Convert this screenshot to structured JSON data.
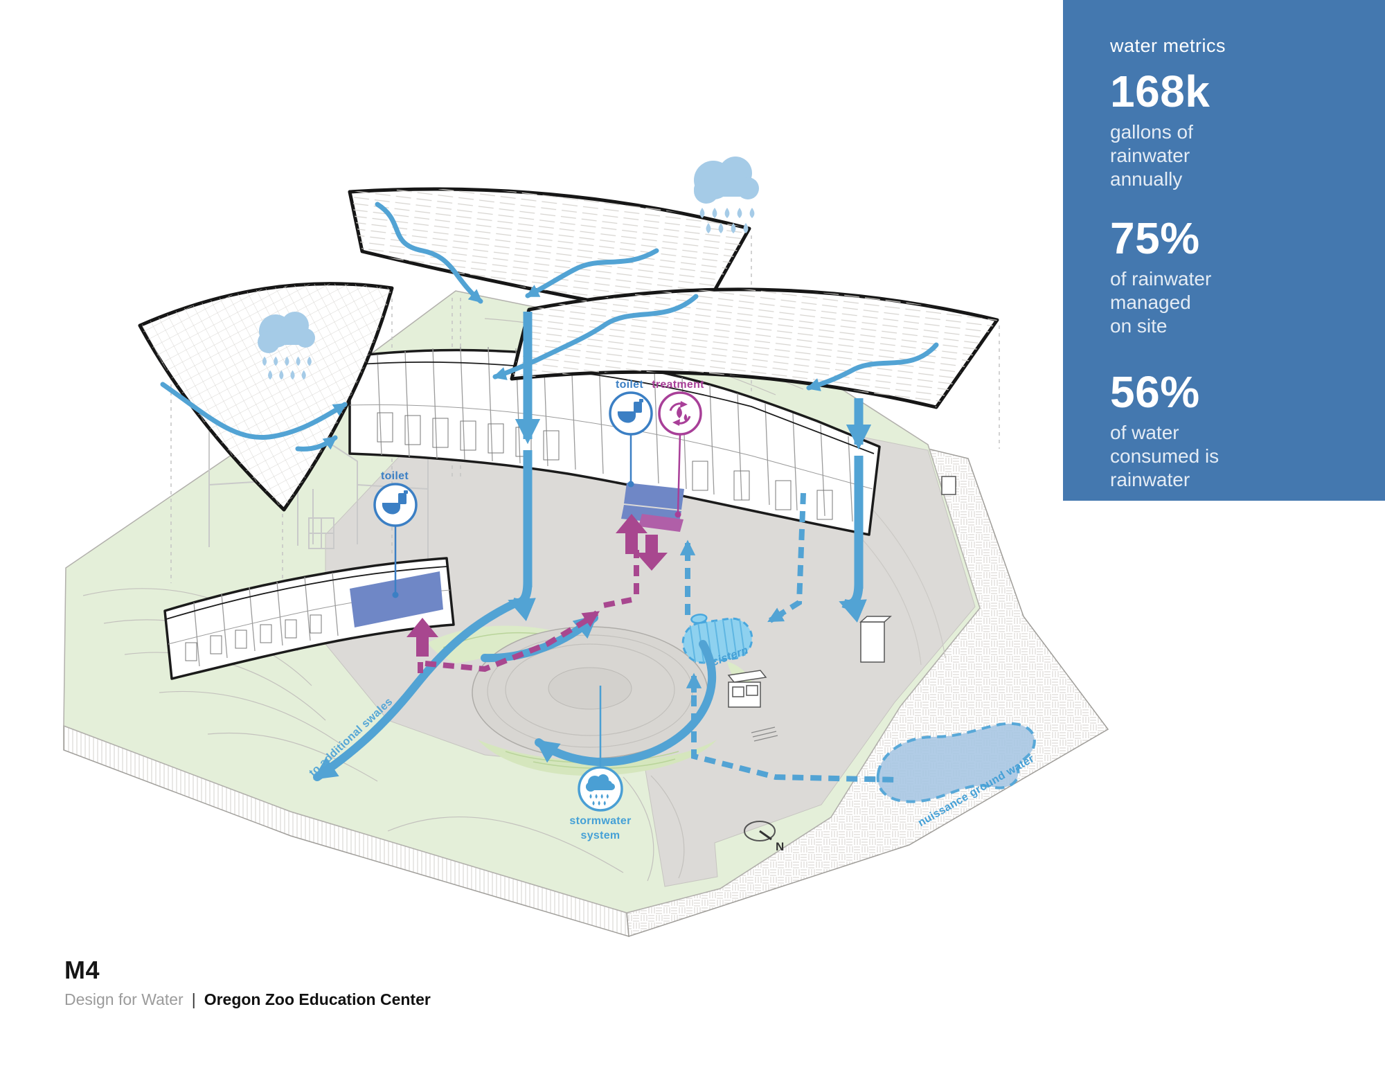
{
  "metrics_panel": {
    "title": "water metrics",
    "bg_color": "#4478af",
    "stats": [
      {
        "value": "168k",
        "description": "gallons of\nrainwater\nannually"
      },
      {
        "value": "75%",
        "description": "of rainwater\nmanaged\non site"
      },
      {
        "value": "56%",
        "description": "of water\nconsumed is\nrainwater"
      }
    ]
  },
  "footer": {
    "code": "M4",
    "subtitle_left": "Design for Water",
    "separator": "|",
    "subtitle_right": "Oregon Zoo Education Center"
  },
  "diagram": {
    "labels": {
      "toilet_upper": "toilet",
      "treatment": "treatment",
      "toilet_left": "toilet",
      "cistern": "cistern",
      "stormwater_line1": "stormwater",
      "stormwater_line2": "system",
      "swales": "to additional swales",
      "groundwater": "nuissance ground water",
      "north": "N"
    },
    "icons": [
      "rain-cloud-icon",
      "toilet-icon",
      "treatment-recycle-icon",
      "stormwater-cloud-icon",
      "north-arrow-icon"
    ],
    "colors": {
      "panel_blue": "#4478af",
      "flow_blue": "#52a3d4",
      "light_cloud_blue": "#a5cbe7",
      "icon_blue": "#3b7fc4",
      "magenta": "#a8478f",
      "cistern_blue": "#8ed1ef",
      "groundwater_blue": "#a6c5e2",
      "site_green": "#e4efd9",
      "berm_green": "#d5e6bd",
      "hardscape_gray": "#dcdad7",
      "room_highlight_blue": "#6f87c6",
      "room_highlight_magenta": "#b05fa8"
    }
  }
}
